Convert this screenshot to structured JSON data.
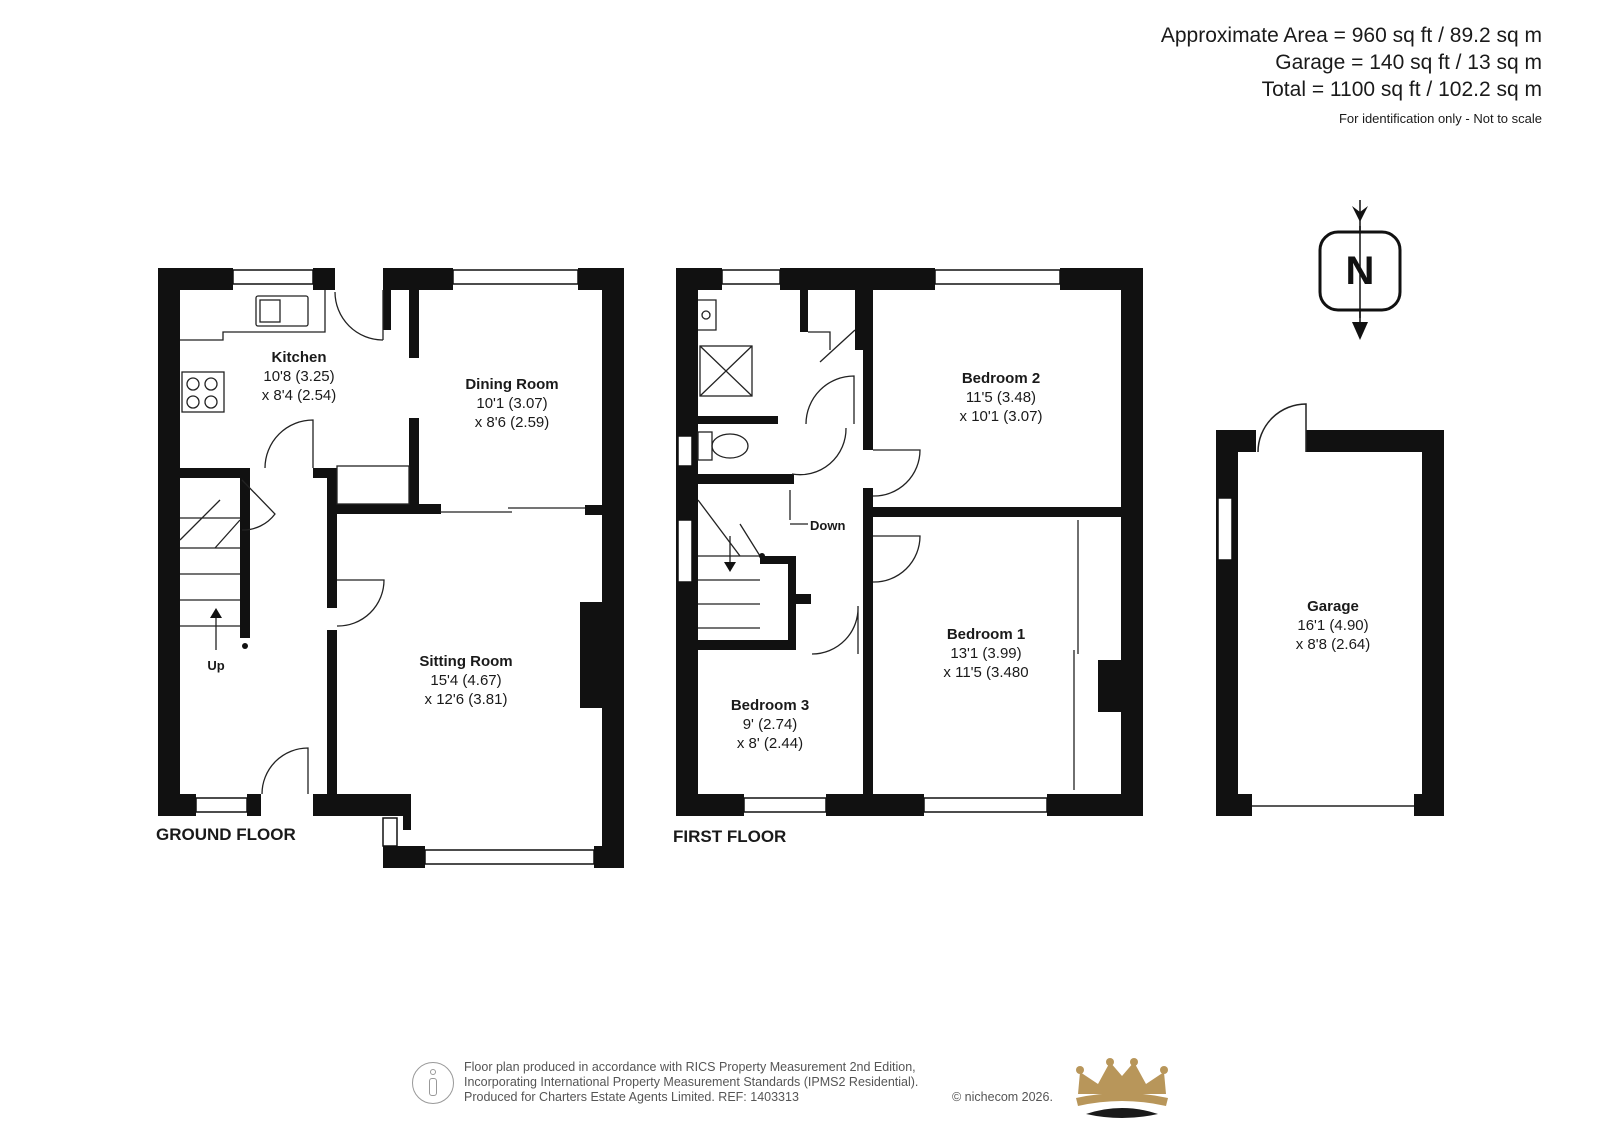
{
  "areas": {
    "approx": "Approximate Area = 960 sq ft / 89.2 sq m",
    "garage": "Garage = 140 sq ft / 13 sq m",
    "total": "Total = 1100 sq ft / 102.2 sq m",
    "note": "For identification only - Not to scale"
  },
  "compass": {
    "letter": "N"
  },
  "floors": {
    "ground": "GROUND FLOOR",
    "first": "FIRST FLOOR"
  },
  "rooms": {
    "kitchen": {
      "name": "Kitchen",
      "dim1": "10'8 (3.25)",
      "dim2": "x 8'4 (2.54)"
    },
    "dining": {
      "name": "Dining Room",
      "dim1": "10'1 (3.07)",
      "dim2": "x 8'6 (2.59)"
    },
    "sitting": {
      "name": "Sitting Room",
      "dim1": "15'4 (4.67)",
      "dim2": "x 12'6 (3.81)"
    },
    "bedroom2": {
      "name": "Bedroom 2",
      "dim1": "11'5 (3.48)",
      "dim2": "x 10'1 (3.07)"
    },
    "bedroom1": {
      "name": "Bedroom 1",
      "dim1": "13'1 (3.99)",
      "dim2": "x 11'5 (3.480"
    },
    "bedroom3": {
      "name": "Bedroom 3",
      "dim1": "9' (2.74)",
      "dim2": "x 8' (2.44)"
    },
    "garage": {
      "name": "Garage",
      "dim1": "16'1 (4.90)",
      "dim2": "x 8'8 (2.64)"
    }
  },
  "stairs": {
    "up": "Up",
    "down": "Down"
  },
  "footer": {
    "line1": "Floor plan produced in accordance with RICS Property Measurement 2nd Edition,",
    "line2": "Incorporating International Property Measurement Standards (IPMS2 Residential).",
    "line3": "Produced for Charters Estate Agents Limited.   REF: 1403313",
    "copyright": "© nichecom 2026."
  },
  "colors": {
    "wall": "#111111",
    "window": "#ffffff",
    "crown_gold": "#b8965a",
    "crown_dark": "#1a1a1a"
  }
}
